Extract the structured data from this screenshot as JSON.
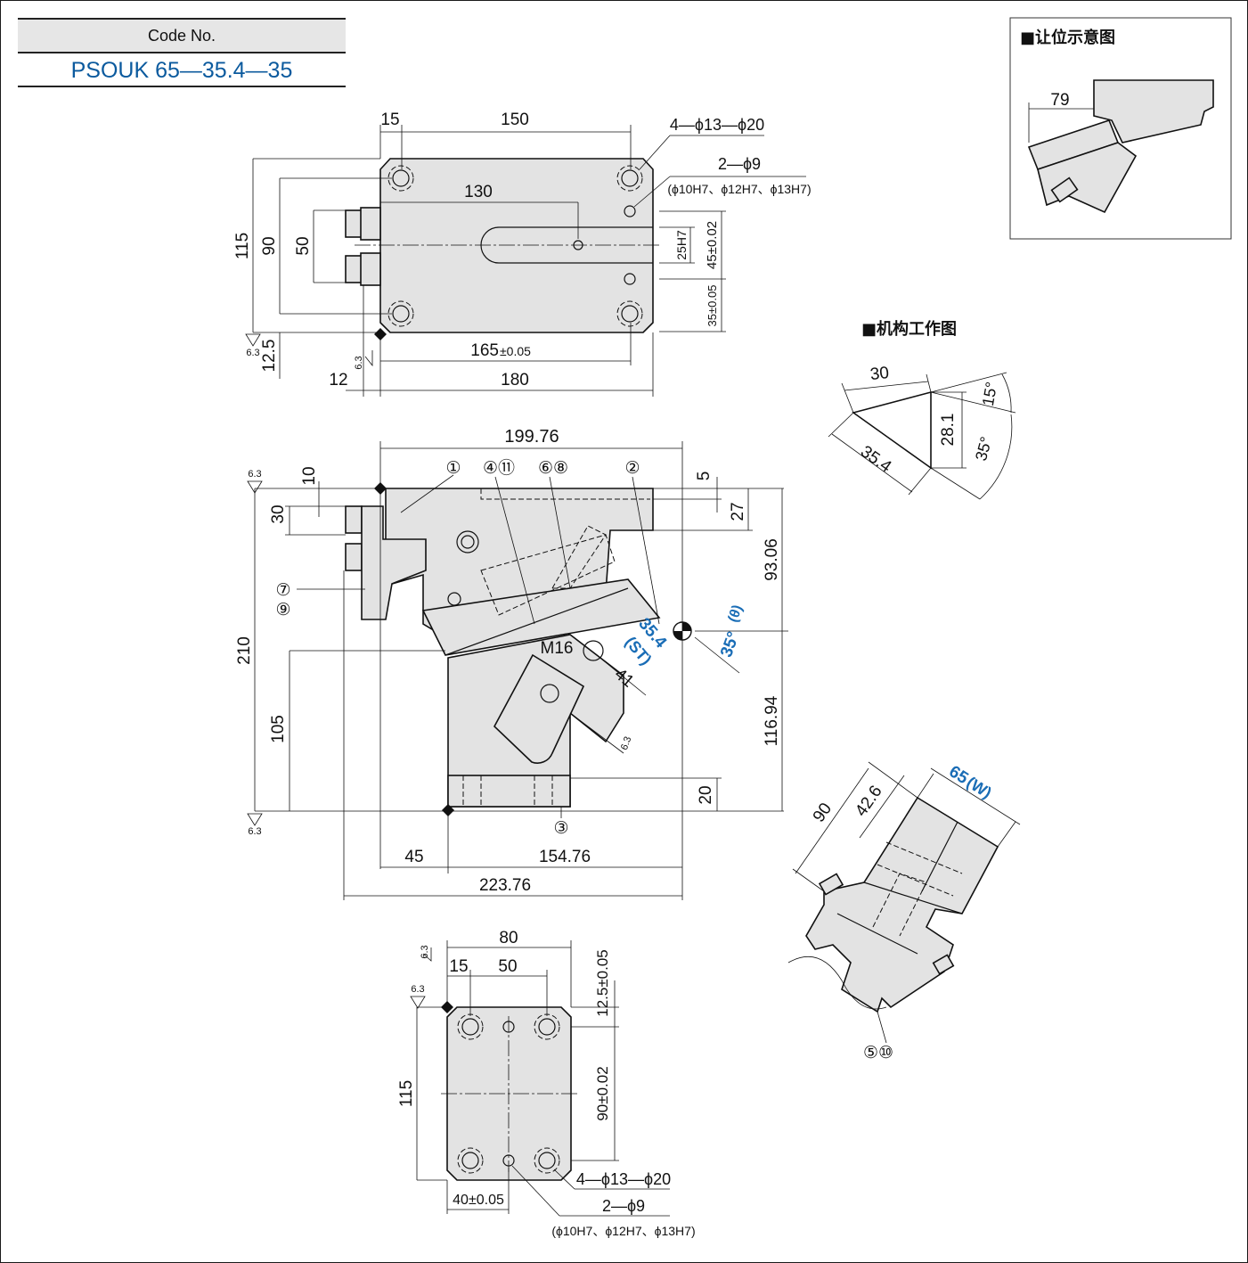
{
  "code": {
    "header": "Code No.",
    "value": "PSOUK 65—35.4—35"
  },
  "top_view": {
    "dims": {
      "d15": "15",
      "d150": "150",
      "d130": "130",
      "d115": "115",
      "d90": "90",
      "d50": "50",
      "d12_5": "12.5",
      "d12": "12",
      "d180": "180",
      "d165": "165",
      "d165_tol": "±0.05",
      "d25h7": "25H7",
      "d45": "45±0.02",
      "d35": "35±0.05",
      "rough": "6.3"
    },
    "holes_label": "4—ϕ13—ϕ20",
    "pins_label": "2—ϕ9",
    "pins_sub": "(ϕ10H7、ϕ12H7、ϕ13H7)"
  },
  "front_view": {
    "dims": {
      "d199": "199.76",
      "d10": "10",
      "d5": "5",
      "d30": "30",
      "d27": "27",
      "d9306": "93.06",
      "d210": "210",
      "d105": "105",
      "d11694": "116.94",
      "d20": "20",
      "d45": "45",
      "d15476": "154.76",
      "d22376": "223.76",
      "d41": "41",
      "m16": "M16",
      "rough": "6.3"
    },
    "stroke": "35.4",
    "stroke_tag": "(ST)",
    "angle": "35°",
    "angle_tag": "(θ)",
    "parts": {
      "p1": "①",
      "p411": "④⑪",
      "p68": "⑥⑧",
      "p2": "②",
      "p7": "⑦",
      "p9": "⑨",
      "p3": "③"
    }
  },
  "bottom_view": {
    "dims": {
      "d80": "80",
      "d15": "15",
      "d50": "50",
      "d12_5": "12.5±0.05",
      "d115": "115",
      "d90": "90±0.02",
      "d40": "40±0.05",
      "rough": "6.3"
    },
    "holes_label": "4—ϕ13—ϕ20",
    "pins_label": "2—ϕ9",
    "pins_sub": "(ϕ10H7、ϕ12H7、ϕ13H7)"
  },
  "mechanism": {
    "title": "■机构工作图",
    "d30": "30",
    "d354": "35.4",
    "d281": "28.1",
    "a15": "15°",
    "a35": "35°"
  },
  "clearance": {
    "title": "■让位示意图",
    "d79": "79"
  },
  "iso_view": {
    "d90": "90",
    "d426": "42.6",
    "width": "65",
    "width_tag": "(W)",
    "parts": "⑤⑩"
  }
}
